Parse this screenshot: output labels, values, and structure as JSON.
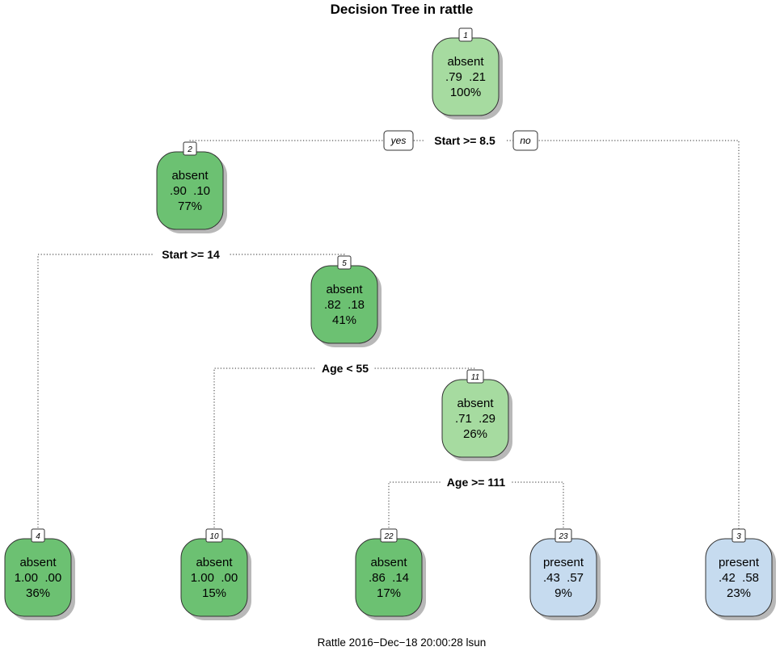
{
  "title": "Decision Tree in rattle",
  "footer": "Rattle 2016−Dec−18 20:00:28 lsun",
  "branch_labels": {
    "yes": "yes",
    "no": "no"
  },
  "colors": {
    "absent_light": "#a6dba0",
    "absent_dark": "#6cc172",
    "present": "#c6dbef",
    "node_border": "#333333",
    "shadow": "#b8b8b8"
  },
  "nodes": [
    {
      "id": "1",
      "class": "absent",
      "probs": ".79  .21",
      "pct": "100%",
      "fill": "absent_light"
    },
    {
      "id": "2",
      "class": "absent",
      "probs": ".90  .10",
      "pct": "77%",
      "fill": "absent_dark"
    },
    {
      "id": "3",
      "class": "present",
      "probs": ".42  .58",
      "pct": "23%",
      "fill": "present"
    },
    {
      "id": "4",
      "class": "absent",
      "probs": "1.00  .00",
      "pct": "36%",
      "fill": "absent_dark"
    },
    {
      "id": "5",
      "class": "absent",
      "probs": ".82  .18",
      "pct": "41%",
      "fill": "absent_dark"
    },
    {
      "id": "10",
      "class": "absent",
      "probs": "1.00  .00",
      "pct": "15%",
      "fill": "absent_dark"
    },
    {
      "id": "11",
      "class": "absent",
      "probs": ".71  .29",
      "pct": "26%",
      "fill": "absent_light"
    },
    {
      "id": "22",
      "class": "absent",
      "probs": ".86  .14",
      "pct": "17%",
      "fill": "absent_dark"
    },
    {
      "id": "23",
      "class": "present",
      "probs": ".43  .57",
      "pct": "9%",
      "fill": "present"
    }
  ],
  "splits": [
    {
      "node": "1",
      "label": "Start >= 8.5",
      "left": "2",
      "right": "3"
    },
    {
      "node": "2",
      "label": "Start >= 14",
      "left": "4",
      "right": "5"
    },
    {
      "node": "5",
      "label": "Age < 55",
      "left": "10",
      "right": "11"
    },
    {
      "node": "11",
      "label": "Age >= 111",
      "left": "22",
      "right": "23"
    }
  ]
}
